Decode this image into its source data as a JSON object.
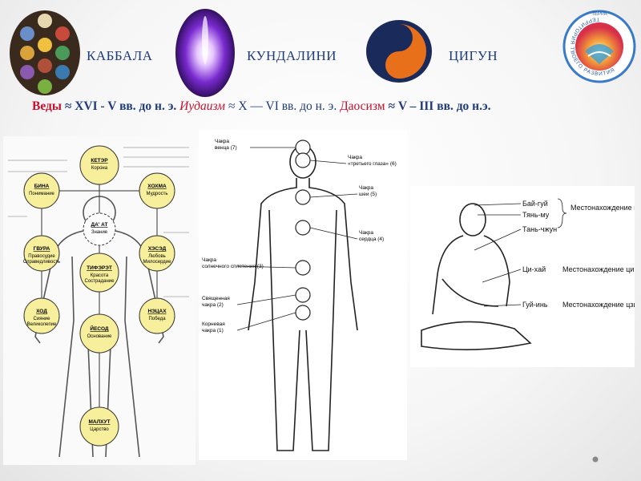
{
  "header": {
    "kabbala": "КАББАЛА",
    "kundalini": "КУНДАЛИНИ",
    "qigong": "ЦИГУН"
  },
  "logo": {
    "ring_text": "ТЕРРИТОРИЯ ТВОЕГО РАЗВИТИЯ",
    "top_text": "ТЕРРА"
  },
  "subtitle": {
    "vedy": "Веды",
    "vedy_date": "≈ XVI - V вв. до н. э.",
    "judaism": "Иудаизм",
    "judaism_date": "≈ X — VI вв. до н. э.",
    "taoism": "Даосизм",
    "taoism_date": "≈ V – III вв. до н.э."
  },
  "sephiroth": [
    {
      "title": "КЕТЭР",
      "name": "Корона"
    },
    {
      "title": "БИНА",
      "name": "Понимание"
    },
    {
      "title": "ХОХМА",
      "name": "Мудрость"
    },
    {
      "title": "ДА' АТ",
      "name": "Знание"
    },
    {
      "title": "ГВУРА",
      "name": "Правосудие Справедливость"
    },
    {
      "title": "ХЭСЭД",
      "name": "Любовь Милосердие"
    },
    {
      "title": "ТИФЭРЭТ",
      "name": "Красота Сострадание"
    },
    {
      "title": "ХОД",
      "name": "Сияние Великолепие"
    },
    {
      "title": "НЭЦАХ",
      "name": "Победа"
    },
    {
      "title": "ЙЕСОД",
      "name": "Основание"
    },
    {
      "title": "МАЛХУТ",
      "name": "Царство"
    }
  ],
  "chakras": [
    {
      "label": "Чакра венца (7)"
    },
    {
      "label": "Чакра «третьего глаза» (6)"
    },
    {
      "label": "Чакра шеи (5)"
    },
    {
      "label": "Чакра сердца (4)"
    },
    {
      "label": "Чакра солнечного сплетения (3)"
    },
    {
      "label": "Священная чакра (2)"
    },
    {
      "label": "Корневая чакра (1)"
    }
  ],
  "qigong_points": {
    "bai_hui": "Бай-гуй",
    "tian_mu": "Тянь-му",
    "tan_zhong": "Тань-чжун",
    "qi_hai": "Ци-хай",
    "gui_yin": "Гуй-инь",
    "shen": "Местонахождение шэнь",
    "qi": "Местонахождение ци",
    "jing": "Местонахождение цзин"
  },
  "colors": {
    "heading_blue": "#1f3b7a",
    "accent_red": "#c8102e",
    "sephira_fill": "#f7ef9c"
  }
}
